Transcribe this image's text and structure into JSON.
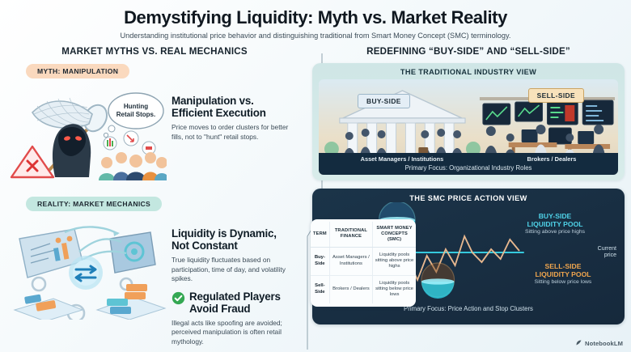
{
  "header": {
    "title": "Demystifying Liquidity: Myth vs. Market Reality",
    "subtitle": "Understanding institutional price behavior and distinguishing traditional from Smart Money Concept (SMC) terminology."
  },
  "left": {
    "column_heading": "MARKET MYTHS VS. REAL MECHANICS",
    "myth": {
      "badge": "MYTH: MANIPULATION",
      "illustration_caption": "Hunting Retail Stops.",
      "heading_line1": "Manipulation vs.",
      "heading_line2": "Efficient Execution",
      "body": "Price moves to order clusters for better fills, not to \"hunt\" retail stops."
    },
    "reality": {
      "badge": "REALITY: MARKET MECHANICS",
      "heading_line1": "Liquidity is Dynamic,",
      "heading_line2": "Not Constant",
      "body": "True liquidity fluctuates based on participation, time of day, and volatility spikes.",
      "sub_heading_line1": "Regulated Players",
      "sub_heading_line2": "Avoid Fraud",
      "sub_body": "Illegal acts like spoofing are avoided; perceived manipulation is often retail mythology."
    }
  },
  "right": {
    "column_heading": "REDEFINING “BUY-SIDE” AND “SELL-SIDE”",
    "traditional": {
      "panel_title": "THE TRADITIONAL INDUSTRY VIEW",
      "tag_buy": "BUY-SIDE",
      "tag_sell": "SELL-SIDE",
      "role_left": "Asset Managers / Institutions",
      "role_right": "Brokers / Dealers",
      "focus": "Primary Focus: Organizational Industry Roles"
    },
    "smc": {
      "panel_title": "THE SMC PRICE ACTION VIEW",
      "buy_pool_title_line1": "BUY-SIDE",
      "buy_pool_title_line2": "LIQUIDITY POOL",
      "buy_pool_sub": "Sitting above price highs",
      "sell_pool_title_line1": "SELL-SIDE",
      "sell_pool_title_line2": "LIQUIDITY POOL",
      "sell_pool_sub": "Sitting below price lows",
      "current_price_line1": "Current",
      "current_price_line2": "price",
      "focus": "Primary Focus: Price Action and Stop Clusters"
    },
    "table": {
      "headers": [
        "TERM",
        "TRADITIONAL FINANCE",
        "SMART MONEY CONCEPTS (SMC)"
      ],
      "rows": [
        [
          "Buy-Side",
          "Asset Managers / Institutions",
          "Liquidity pools sitting above price highs"
        ],
        [
          "Sell-Side",
          "Brokers / Dealers",
          "Liquidity pools sitting below price lows"
        ]
      ]
    }
  },
  "watermark": {
    "label": "NotebookLM"
  },
  "colors": {
    "myth_badge": "#fad9be",
    "reality_badge": "#c3e7e0",
    "buy_side_accent": "#4fd2e8",
    "sell_side_accent": "#f0a64e",
    "panel_dark": "#16293c",
    "panel_teal": "#cfe6e6",
    "check_green": "#34a853"
  }
}
